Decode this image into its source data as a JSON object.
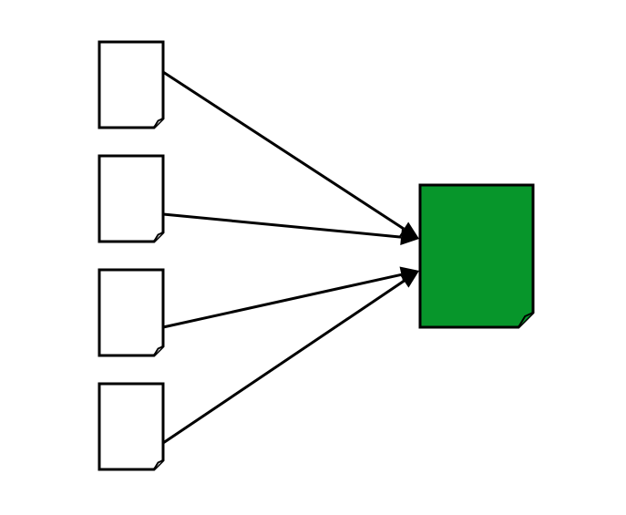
{
  "diagram": {
    "type": "merge-flow",
    "source_documents": [
      {
        "id": "source-1",
        "icon": "document-icon",
        "fill": "#ffffff"
      },
      {
        "id": "source-2",
        "icon": "document-icon",
        "fill": "#ffffff"
      },
      {
        "id": "source-3",
        "icon": "document-icon",
        "fill": "#ffffff"
      },
      {
        "id": "source-4",
        "icon": "document-icon",
        "fill": "#ffffff"
      }
    ],
    "target_document": {
      "id": "target",
      "icon": "document-icon",
      "fill": "#07962b"
    },
    "connections": [
      {
        "from": "source-1",
        "to": "target"
      },
      {
        "from": "source-2",
        "to": "target"
      },
      {
        "from": "source-3",
        "to": "target"
      },
      {
        "from": "source-4",
        "to": "target"
      }
    ],
    "colors": {
      "stroke": "#000000",
      "background": "#ffffff",
      "target_fill": "#07962b"
    }
  }
}
